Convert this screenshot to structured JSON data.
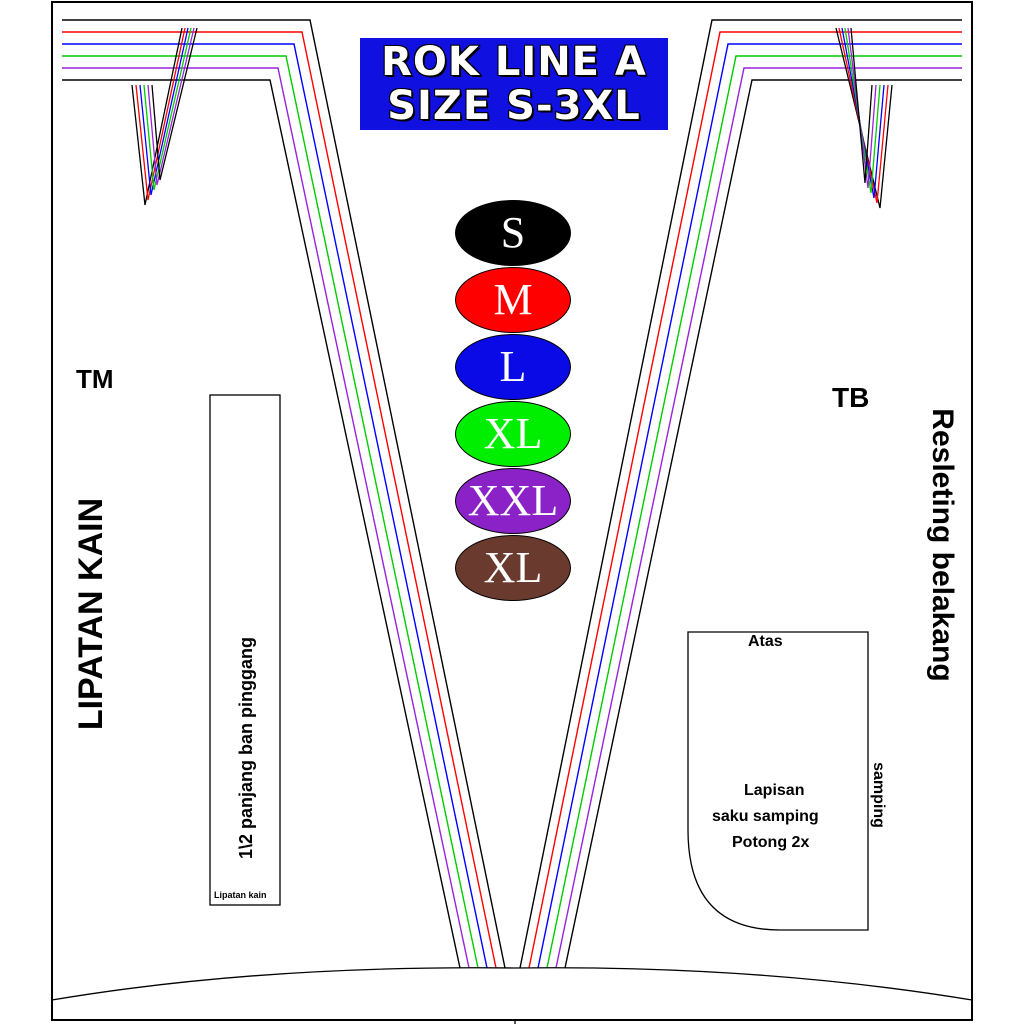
{
  "title": {
    "line1": "ROK LINE A",
    "line2": "SIZE S-3XL",
    "bg_color": "#1010e0"
  },
  "sizes": [
    {
      "label": "S",
      "color": "#000000"
    },
    {
      "label": "M",
      "color": "#ff0000"
    },
    {
      "label": "L",
      "color": "#0a0ae6"
    },
    {
      "label": "XL",
      "color": "#00ee00"
    },
    {
      "label": "XXL",
      "color": "#8a22c8"
    },
    {
      "label": "XL",
      "color": "#6b3a2e"
    }
  ],
  "size_line_colors": [
    "#000000",
    "#ff0000",
    "#0000ff",
    "#00cc00",
    "#9922dd",
    "#000000"
  ],
  "front_piece": {
    "code": "TM",
    "fold_label": "LIPATAN KAIN"
  },
  "back_piece": {
    "code": "TB",
    "zipper_label": "Resleting belakang"
  },
  "waistband": {
    "label": "1\\2   panjang ban pinggang",
    "fold_note": "Lipatan kain"
  },
  "pocket": {
    "top_label": "Atas",
    "side_label": "samping",
    "body_lines": [
      "Lapisan",
      "saku samping",
      "Potong 2x"
    ]
  }
}
